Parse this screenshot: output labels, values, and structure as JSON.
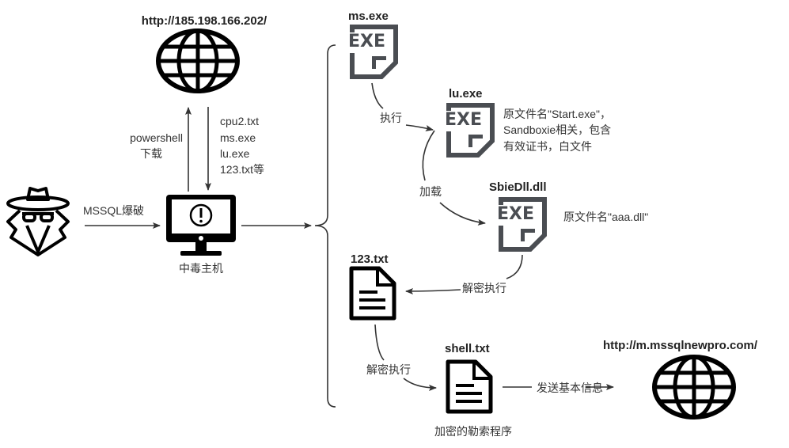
{
  "nodes": {
    "c2_url": "http://185.198.166.202/",
    "powershell_label": [
      "powershell",
      "下载"
    ],
    "download_files": [
      "cpu2.txt",
      "ms.exe",
      "lu.exe",
      "123.txt等"
    ],
    "attack_label": "MSSQL爆破",
    "infected_host": "中毒主机",
    "ms_exe": "ms.exe",
    "lu_exe": "lu.exe",
    "lu_note": [
      "原文件名\"Start.exe\"，",
      "Sandboxie相关，包含",
      "有效证书，白文件"
    ],
    "sbiedll": "SbieDll.dll",
    "sbiedll_note": "原文件名\"aaa.dll\"",
    "txt123": "123.txt",
    "shell_txt": "shell.txt",
    "shell_caption": "加密的勒索程序",
    "ransom_url": "http://m.mssqlnewpro.com/",
    "exe_icon_text": "EXE"
  },
  "edges": {
    "execute": "执行",
    "load": "加载",
    "decrypt_exec_1": "解密执行",
    "decrypt_exec_2": "解密执行",
    "send_info": "发送基本信息"
  },
  "colors": {
    "exe_icon": "#4a4d52",
    "line": "#333333"
  }
}
